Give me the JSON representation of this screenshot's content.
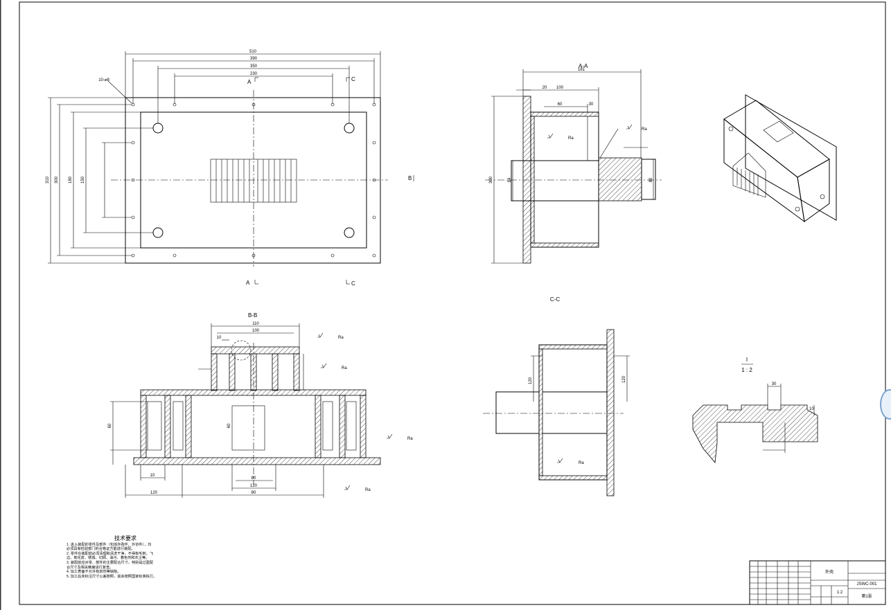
{
  "views": {
    "top_label_a1": "A",
    "top_label_c1": "C",
    "top_label_a2": "A",
    "top_label_c2": "C",
    "top_label_b": "B",
    "section_aa": "A-A",
    "section_bb": "B-B",
    "section_cc": "C-C",
    "detail_title": "I",
    "detail_scale": "1 : 2"
  },
  "dimensions": {
    "d_top1": "510",
    "d_top2": "390",
    "d_top3": "350",
    "d_top4": "230",
    "d_holes": "10-⌀8",
    "d_left1": "310",
    "d_left2": "300",
    "d_left3": "180",
    "d_left4": "150",
    "aa_w1": "181",
    "aa_w2": "100",
    "aa_w3": "60",
    "aa_w4": "20",
    "aa_w5": "30",
    "aa_h": "300",
    "aa_d1": "84",
    "aa_d2": "80",
    "bb_w1": "110",
    "bb_w2": "100",
    "bb_w3": "10",
    "bb_h1": "60",
    "bb_h2": "60",
    "bb_w4": "80",
    "bb_w5": "120",
    "bb_w6": "120",
    "bb_w7": "80",
    "bb_w8": "10",
    "cc_h": "120",
    "cc_d": "120",
    "det_w": "30",
    "det_h": "10"
  },
  "roughness": "Ra",
  "notes": {
    "title": "技术要求",
    "lines": [
      "1. 进入装配的零件及部件（包括外购件、外协件），均",
      "必须具有检验部门的合格证方能进行装配。",
      "2. 零件在装配前必须清理和清洗干净，不得有毛刺、飞",
      "边、氧化皮、锈蚀、切屑、油污、着色剂和灰尘等。",
      "3. 装配前应对零、部件的主要配合尺寸，特别是过盈配",
      "合尺寸及相关精度进行复查。",
      "4. 加工表面不允许有划伤等缺陷。",
      "5. 加工后未标注尺寸公差按照，其余按照国家标准执行。"
    ]
  },
  "title_block": {
    "name": "外壳",
    "drawing_no": "JSWC-001",
    "scale_label": "1:2",
    "sheet": "第1张"
  }
}
